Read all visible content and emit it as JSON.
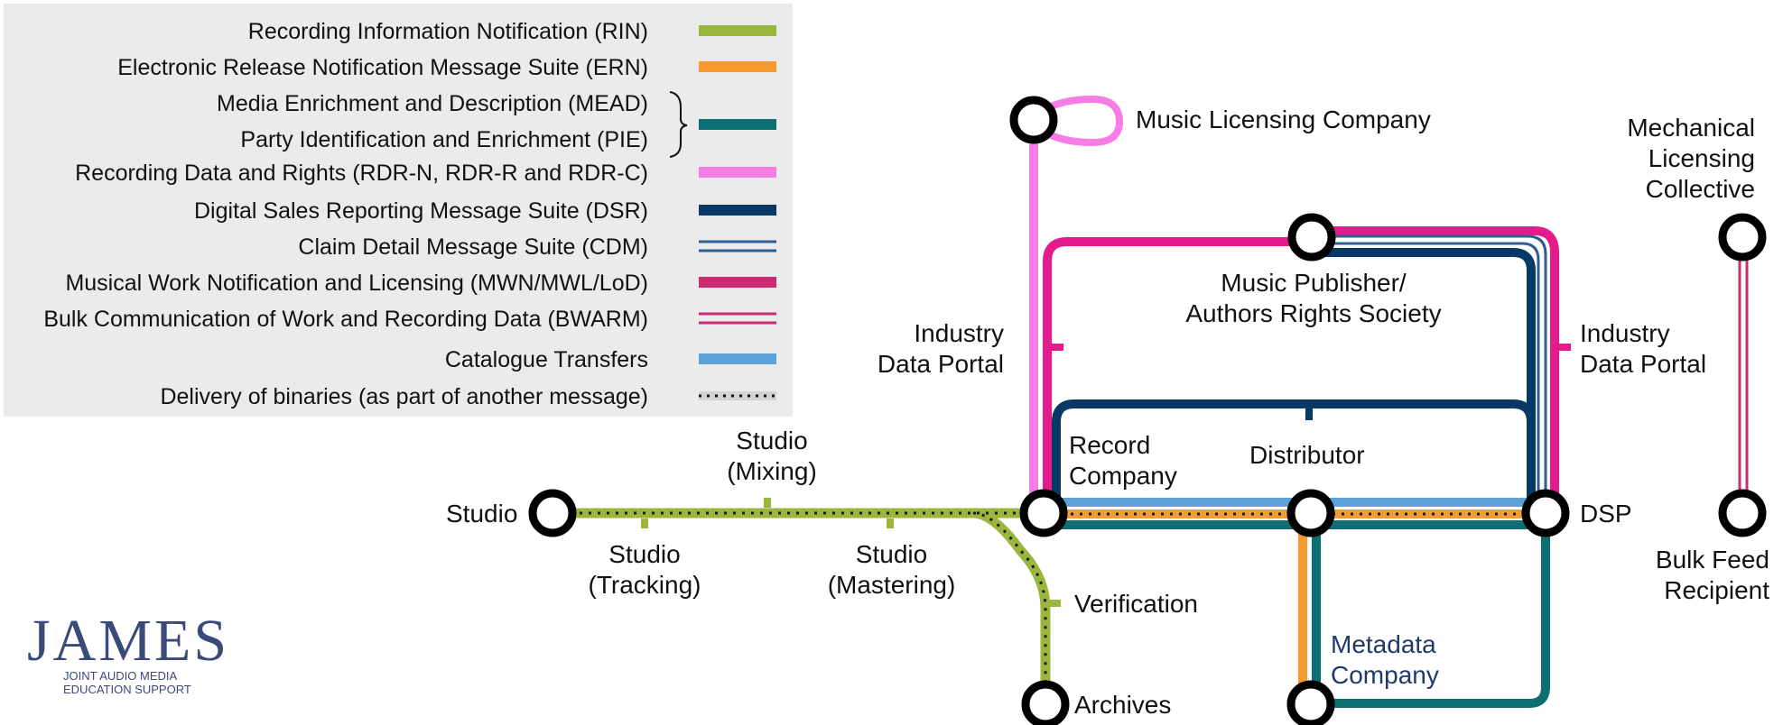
{
  "colors": {
    "rin": "#9ab63c",
    "ern": "#f59b30",
    "mead": "#0e6f73",
    "rdr": "#f67de6",
    "dsr": "#073866",
    "cdm": "#2f5e8f",
    "mwn": "#cc2b74",
    "bwarm": "#cc2b74",
    "cat": "#5ba2d8",
    "binaries": "#333333",
    "logo": "#3a4a7a"
  },
  "legend": [
    {
      "label": "Recording Information Notification (RIN)",
      "style": "rin"
    },
    {
      "label": "Electronic Release Notification Message Suite (ERN)",
      "style": "ern"
    },
    {
      "label": "Media Enrichment and Description (MEAD)",
      "style": "mead"
    },
    {
      "label": "Party Identification and Enrichment (PIE)",
      "style": "mead"
    },
    {
      "label": "Recording Data and Rights (RDR-N, RDR-R and RDR-C)",
      "style": "rdr"
    },
    {
      "label": "Digital Sales Reporting Message Suite (DSR)",
      "style": "dsr"
    },
    {
      "label": "Claim Detail Message Suite (CDM)",
      "style": "cdm-double"
    },
    {
      "label": "Musical Work Notification and Licensing (MWN/MWL/LoD)",
      "style": "mwn"
    },
    {
      "label": "Bulk Communication of Work and Recording Data (BWARM)",
      "style": "bwarm-double"
    },
    {
      "label": "Catalogue Transfers",
      "style": "cat"
    },
    {
      "label": "Delivery of binaries (as part of another message)",
      "style": "dotted"
    }
  ],
  "stations": {
    "music_licensing_company": "Music Licensing Company",
    "mechanical_line1": "Mechanical",
    "mechanical_line2": "Licensing",
    "mechanical_line3": "Collective",
    "publisher_line1": "Music Publisher/",
    "publisher_line2": "Authors Rights Society",
    "idp_left_line1": "Industry",
    "idp_left_line2": "Data Portal",
    "idp_right_line1": "Industry",
    "idp_right_line2": "Data Portal",
    "record_company_line1": "Record",
    "record_company_line2": "Company",
    "distributor": "Distributor",
    "dsp": "DSP",
    "studio": "Studio",
    "studio_mixing_line1": "Studio",
    "studio_mixing_line2": "(Mixing)",
    "studio_tracking_line1": "Studio",
    "studio_tracking_line2": "(Tracking)",
    "studio_mastering_line1": "Studio",
    "studio_mastering_line2": "(Mastering)",
    "verification": "Verification",
    "archives": "Archives",
    "metadata_line1": "Metadata",
    "metadata_line2": "Company",
    "bulk_feed_line1": "Bulk Feed",
    "bulk_feed_line2": "Recipient"
  },
  "logo": {
    "title": "JAMES",
    "sub_line1": "JOINT AUDIO MEDIA",
    "sub_line2": "EDUCATION SUPPORT"
  }
}
